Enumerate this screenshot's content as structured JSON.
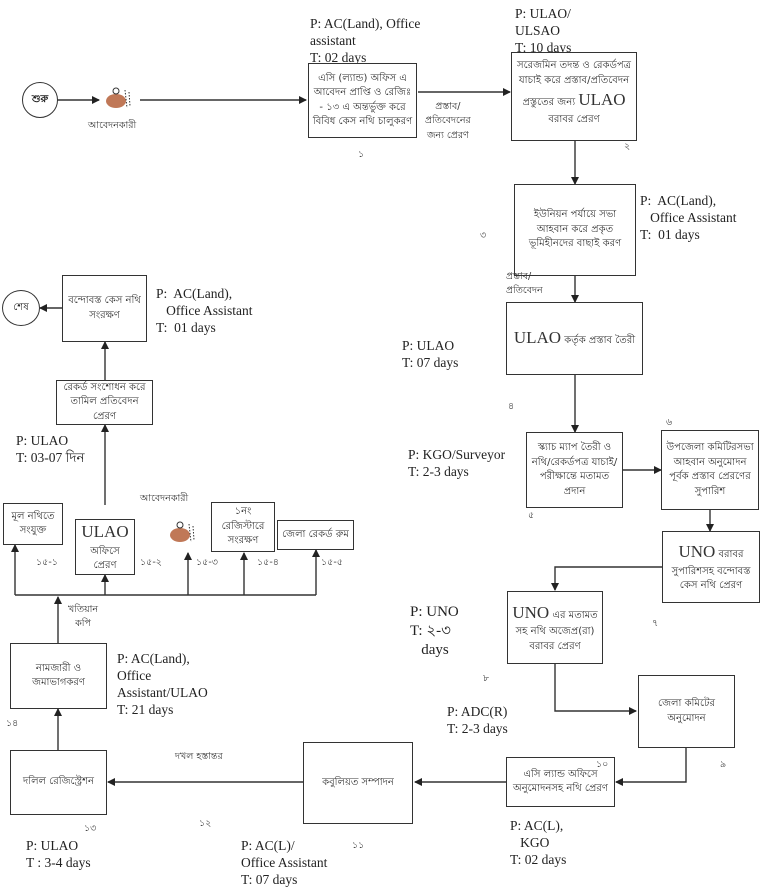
{
  "start": {
    "label": "শুরু"
  },
  "end": {
    "label": "শেষ"
  },
  "applicant_label": "আবেদনকারী",
  "steps": {
    "s1": {
      "text": "এসি (ল্যান্ড) অফিস এ আবেদন প্রাপ্তি ও রেজিঃ - ১৩ এ অন্তর্ভুক্ত করে বিবিধ কেস নথি চালুকরণ",
      "num": "১",
      "note": "P: AC(Land), Office\nassistant\nT: 02 days"
    },
    "s2": {
      "text_pre": "সরেজমিন তদন্ত ও রেকর্ডপত্র যাচাই করে প্রস্তাব/প্রতিবেদন প্রস্তুতের জন্য",
      "text_big": "ULAO",
      "text_post": "বরাবর প্রেরণ",
      "num": "২",
      "note": "P: ULAO/\nULSAO\nT: 10 days"
    },
    "s3": {
      "text": "ইউনিয়ন পর্যায়ে সভা আহবান করে প্রকৃত ভূমিহীনদের বাছাই করণ",
      "num": "৩",
      "note": "P:  AC(Land),\n   Office Assistant\nT:  01 days"
    },
    "s4": {
      "text_big": "ULAO",
      "text_post": "কর্তৃক প্রস্তাব তৈরী",
      "num": "৪",
      "note": "P: ULAO\nT: 07 days"
    },
    "s5": {
      "text": "স্ক্যাচ ম্যাপ তৈরী ও নথি/রেকর্ডপত্র যাচাই/ পরীক্ষান্তে মতামত প্রদান",
      "num": "৫",
      "note": "P: KGO/Surveyor\nT: 2-3 days"
    },
    "s6": {
      "text": "উপজেলা কমিটিরসভা আহবান অনুমোদন পূর্বক প্রস্তাব প্রেরণের সুপারিশ",
      "num": "৬"
    },
    "s7": {
      "text_big": "UNO",
      "text_post": "বরাবর সুপারিশসহ বন্দোবস্ত কেস নথি প্রেরণ",
      "num": "৭"
    },
    "s8": {
      "text_big": "UNO",
      "text_post": "এর মতামত সহ নথি অজেপ্র(রা) বরাবর প্রেরণ",
      "num": "৮",
      "note": "P: UNO\nT: ২-৩\n   days"
    },
    "s9": {
      "text": "জেলা কমিটের অনুমোদন",
      "num": "৯",
      "note": "P: ADC(R)\nT: 2-3 days"
    },
    "s10": {
      "text": "এসি ল্যান্ড অফিসে অনুমোদনসহ নথি প্রেরণ",
      "num": "১০",
      "note": "P: AC(L),\n   KGO\nT: 02 days"
    },
    "s11": {
      "text": "কবুলিয়ত সম্পাদন",
      "num": "১১",
      "note": "P: AC(L)/\nOffice Assistant\nT: 07 days"
    },
    "s12": {
      "num": "১২",
      "edge_label": "দখল হস্তান্তর"
    },
    "s13": {
      "text": "দলিল রেজিস্ট্রেশন",
      "num": "১৩",
      "note": "P: ULAO\nT : 3-4 days"
    },
    "s14": {
      "text": "নামজারী ও জমাভাগকরণ",
      "num": "১৪",
      "note": "P: AC(Land),\nOffice\nAssistant/ULAO\nT: 21 days"
    },
    "s15_1": {
      "text": "মূল নথিতে সংযুক্ত",
      "num": "১৫-১"
    },
    "s15_2": {
      "text_big": "ULAO",
      "text_post": "অফিসে প্রেরণ",
      "num": "১৫-২"
    },
    "s15_3": {
      "num": "১৫-৩"
    },
    "s15_4": {
      "text": "১নং রেজিস্টারে সংরক্ষণ",
      "num": "১৫-৪"
    },
    "s15_5": {
      "text": "জেলা রেকর্ড রুম",
      "num": "১৫-৫"
    },
    "s16": {
      "text": "রেকর্ড সংশোধন করে তামিল প্রতিবেদন প্রেরণ",
      "note": "P: ULAO\nT: 03-07 দিন"
    },
    "s17": {
      "text": "বন্দোবস্ত কেস নথি সংরক্ষণ",
      "note": "P:  AC(Land),\n   Office Assistant\nT:  01 days"
    }
  },
  "edges": {
    "e1_2": "প্রস্তাব/\nপ্রতিবেদনের\nজন্য প্রেরণ",
    "e3_4": "প্রস্তাব/\nপ্রতিবেদন",
    "e14_15": "খতিয়ান\nকপি"
  },
  "colors": {
    "line": "#333333",
    "person": "#b5603a"
  }
}
